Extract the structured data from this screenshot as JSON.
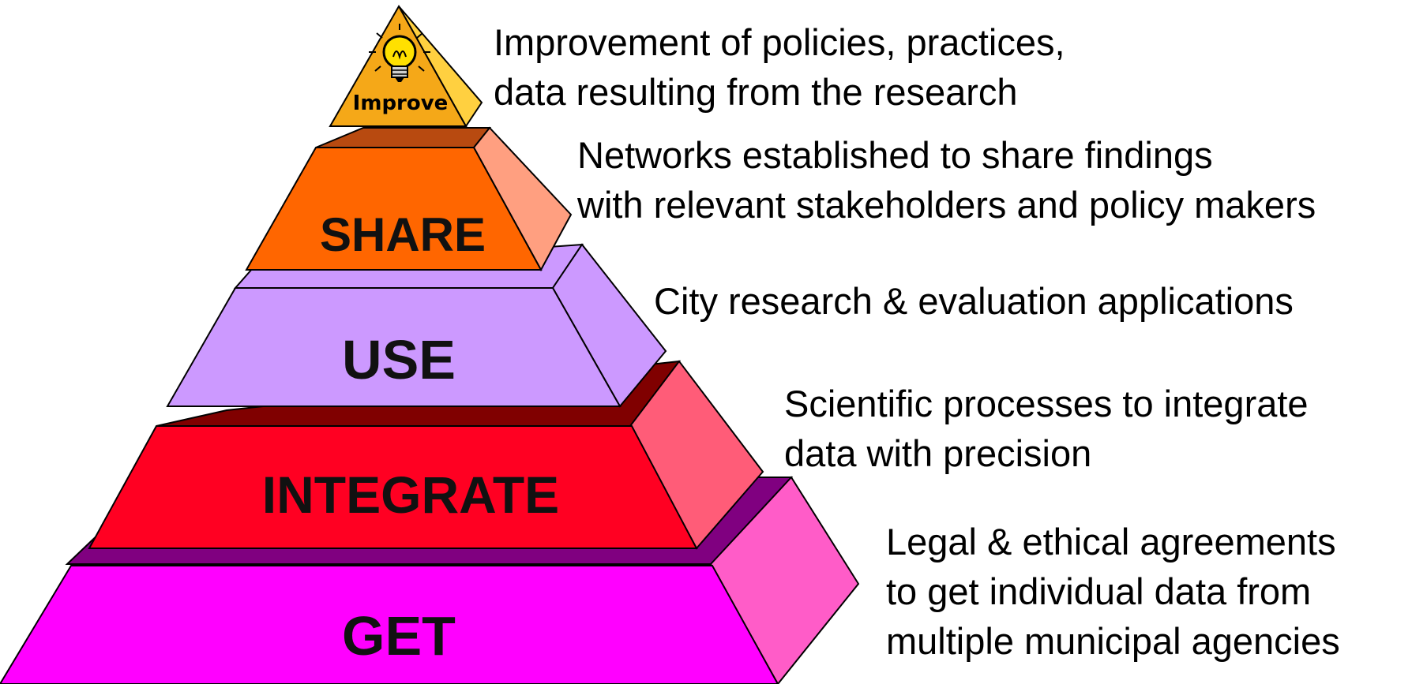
{
  "levels": {
    "improve": {
      "label": "Improve",
      "description": [
        "Improvement of policies, practices,",
        "data resulting from the research"
      ],
      "icon": "lightbulb-icon",
      "colors": {
        "front": "#F5A818",
        "side": "#FFD040",
        "accent": "#FFE000"
      }
    },
    "share": {
      "label": "SHARE",
      "description": [
        "Networks established to share findings",
        "with relevant stakeholders and policy makers"
      ],
      "colors": {
        "front": "#FF6600",
        "side": "#FF9F80",
        "top": "#B84A10"
      }
    },
    "use": {
      "label": "USE",
      "description": [
        "City research & evaluation applications"
      ],
      "colors": {
        "front": "#CC99FF",
        "side": "#CC99FF",
        "top": "#CC99FF"
      }
    },
    "integrate": {
      "label": "INTEGRATE",
      "description": [
        "Scientific processes to integrate",
        "data with precision"
      ],
      "colors": {
        "front": "#FF0022",
        "side": "#FF5C78",
        "top": "#800000"
      }
    },
    "get": {
      "label": "GET",
      "description": [
        "Legal & ethical agreements",
        "to get individual data from",
        "multiple municipal agencies"
      ],
      "colors": {
        "front": "#FF00FF",
        "side": "#FF5CC8",
        "top": "#800080"
      }
    }
  }
}
